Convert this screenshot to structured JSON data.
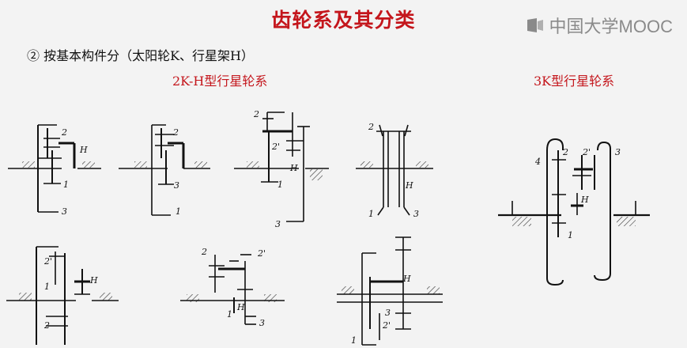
{
  "header": {
    "title": "齿轮系及其分类",
    "logo_text": "中国大学MOOC"
  },
  "subtitle": "② 按基本构件分（太阳轮K、行星架H）",
  "groups": {
    "left_title": "2K-H型行星轮系",
    "right_title": "3K型行星轮系"
  },
  "labels": {
    "g1": [
      "2",
      "H",
      "1",
      "3"
    ],
    "g2": [
      "2",
      "3",
      "1"
    ],
    "g3": [
      "2",
      "2'",
      "H",
      "1",
      "3"
    ],
    "g4": [
      "2",
      "H",
      "1",
      "3"
    ],
    "g5": [
      "2'",
      "1",
      "H",
      "2"
    ],
    "g6": [
      "2",
      "2'",
      "H",
      "1",
      "3"
    ],
    "g7": [
      "H",
      "3",
      "2'",
      "1"
    ],
    "g8": [
      "4",
      "2",
      "2'",
      "3",
      "H",
      "1"
    ]
  },
  "colors": {
    "title": "#c4161c",
    "line": "#111111",
    "background": "#f3f3f3"
  }
}
